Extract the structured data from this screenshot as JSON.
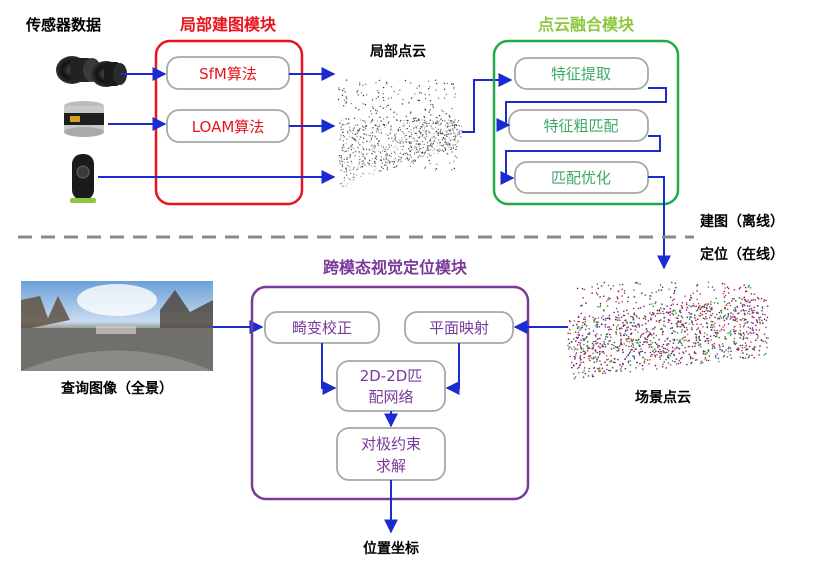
{
  "labels": {
    "sensor_data": "传感器数据",
    "local_point_cloud": "局部点云",
    "offline": "建图（离线）",
    "online": "定位（在线）",
    "query_image": "查询图像（全景）",
    "scene_point_cloud": "场景点云",
    "position_output": "位置坐标"
  },
  "modules": {
    "local_mapping": {
      "title": "局部建图模块",
      "color": "#e8141b",
      "nodes": [
        "SfM算法",
        "LOAM算法"
      ],
      "node_text_color": "#e8141b"
    },
    "fusion": {
      "title": "点云融合模块",
      "color": "#22a94a",
      "nodes": [
        "特征提取",
        "特征粗匹配",
        "匹配优化"
      ],
      "node_text_color": "#3daa6a"
    },
    "cross_modal": {
      "title": "跨模态视觉定位模块",
      "color": "#7a3a9a",
      "nodes": [
        "畸变校正",
        "平面映射",
        "2D-2D匹",
        "配网络",
        "对极约束",
        "求解"
      ],
      "node_text_color": "#7a3a9a"
    }
  },
  "colors": {
    "arrow": "#1a2bd1",
    "node_border": "#a8a8a8",
    "dash_line": "#8a8a8a"
  },
  "icons": [
    "camera-lens-icon",
    "lidar-sensor-icon",
    "360-camera-icon",
    "point-cloud-image",
    "panorama-image",
    "scene-point-cloud-image"
  ]
}
